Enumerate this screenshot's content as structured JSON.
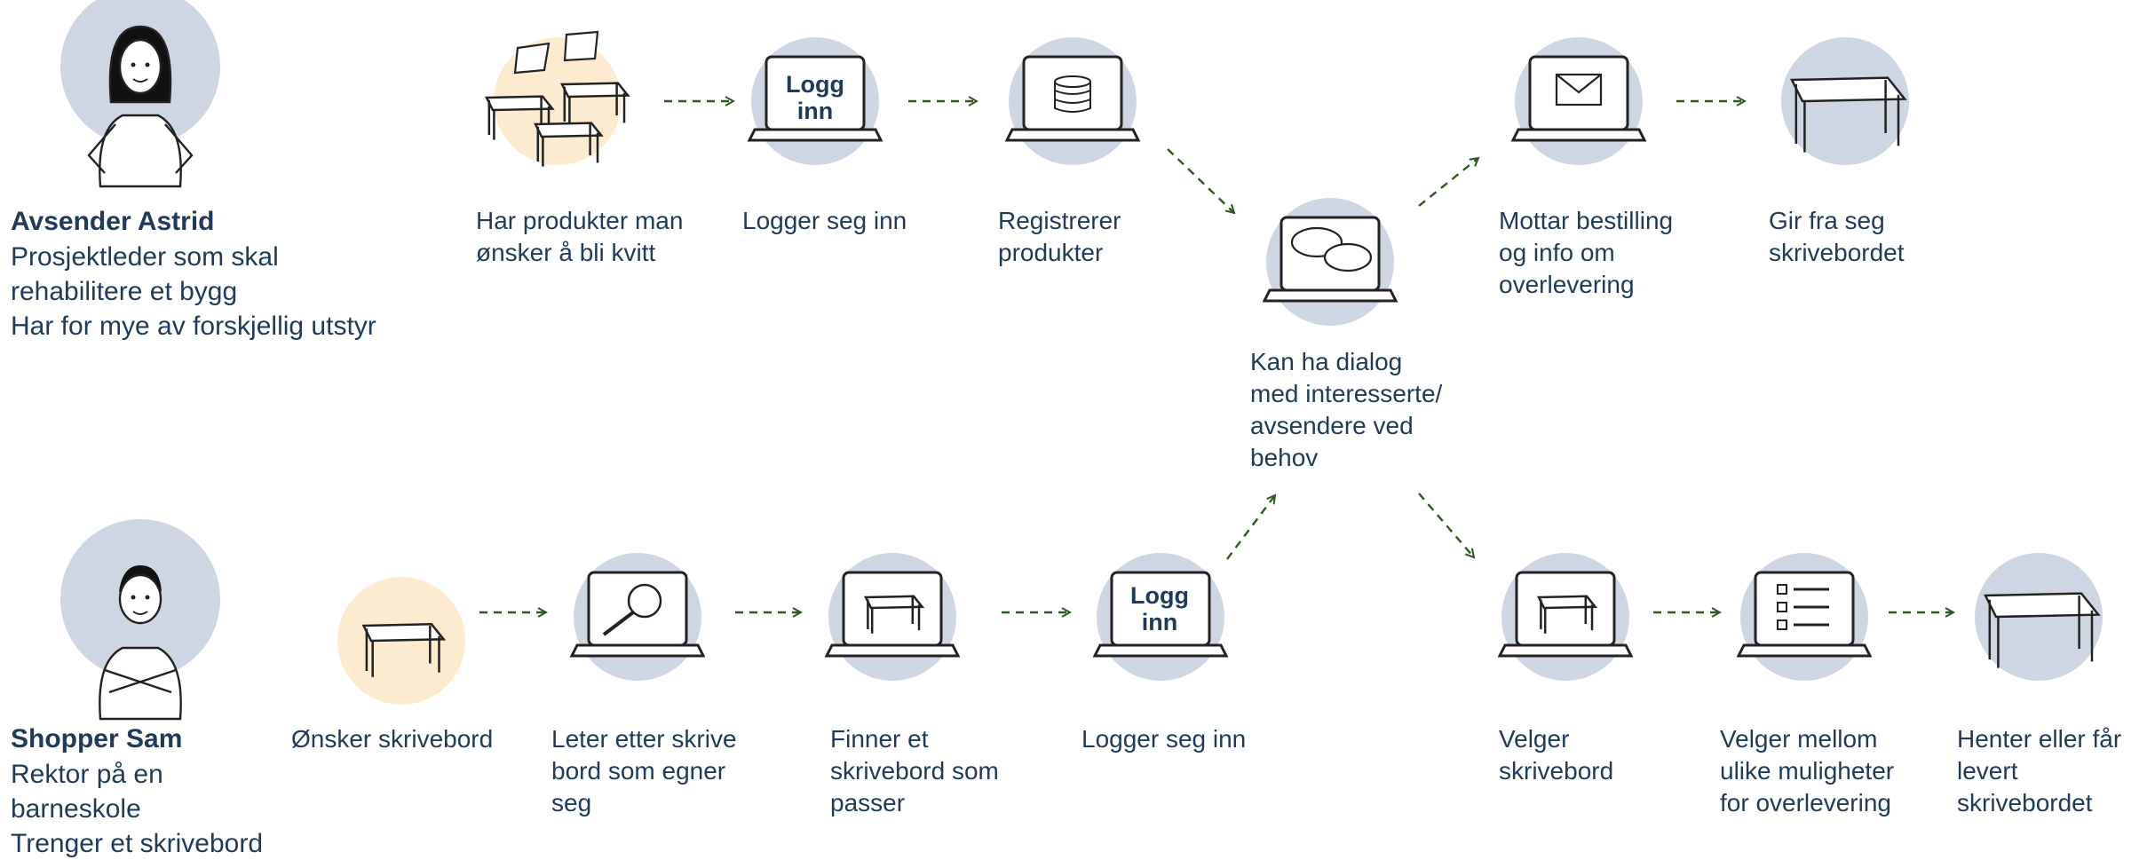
{
  "colors": {
    "text": "#1f3a5a",
    "circle": "#cdd6e2",
    "circle_dark": "#b9c7d8",
    "warm": "#fdebd0",
    "arrow": "#2d5a1e",
    "line": "#222222"
  },
  "personas": [
    {
      "id": "astrid",
      "icon": "woman-avatar-icon",
      "name": "Avsender Astrid",
      "desc": "Prosjektleder som skal\nrehabilitere et bygg\nHar for mye av forskjellig utstyr"
    },
    {
      "id": "sam",
      "icon": "man-avatar-icon",
      "name": "Shopper Sam",
      "desc": "Rektor på en\nbarneskole\nTrenger et skrivebord"
    }
  ],
  "steps": [
    {
      "id": "a1",
      "icon": "furniture-pile-icon",
      "label": "Har produkter man\nønsker å bli kvitt"
    },
    {
      "id": "a2",
      "icon": "laptop-login-icon",
      "screen_text": "Logg\ninn",
      "label": "Logger seg inn"
    },
    {
      "id": "a3",
      "icon": "laptop-database-icon",
      "label": "Registrerer\nprodukter"
    },
    {
      "id": "mid",
      "icon": "laptop-chat-icon",
      "label": "Kan ha dialog\nmed interesserte/\navsendere ved\nbehov"
    },
    {
      "id": "a5",
      "icon": "laptop-mail-icon",
      "label": "Mottar bestilling\nog info om\noverlevering"
    },
    {
      "id": "a6",
      "icon": "desk-icon",
      "label": "Gir fra seg\nskrivebordet"
    },
    {
      "id": "s1",
      "icon": "desk-icon",
      "label": "Ønsker skrivebord"
    },
    {
      "id": "s2",
      "icon": "laptop-search-icon",
      "label": "Leter etter  skrive\nbord som egner\nseg"
    },
    {
      "id": "s3",
      "icon": "laptop-desk-icon",
      "label": "Finner et\nskrivebord som\npasser"
    },
    {
      "id": "s4",
      "icon": "laptop-login-icon",
      "screen_text": "Logg\ninn",
      "label": "Logger seg inn"
    },
    {
      "id": "s5",
      "icon": "laptop-desk-icon",
      "label": "Velger\nskrivebord"
    },
    {
      "id": "s6",
      "icon": "laptop-checklist-icon",
      "label": "Velger mellom\nulike muligheter\nfor overlevering"
    },
    {
      "id": "s7",
      "icon": "desk-icon",
      "label": "Henter eller får\nlevert\nskrivebordet"
    }
  ]
}
